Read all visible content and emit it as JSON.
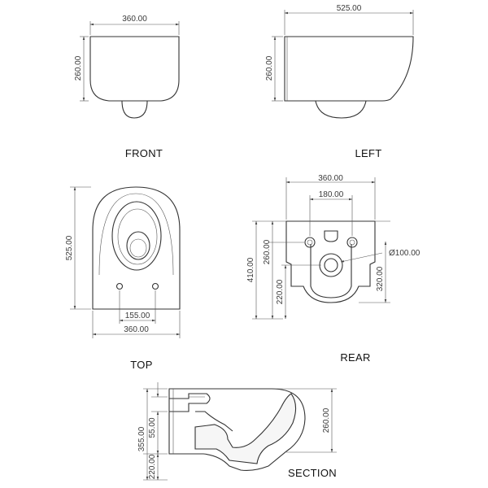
{
  "views": {
    "front": "FRONT",
    "left": "LEFT",
    "top": "TOP",
    "rear": "REAR",
    "section": "SECTION"
  },
  "dimensions": {
    "front_width": "360.00",
    "front_height": "260.00",
    "left_length": "525.00",
    "left_height": "260.00",
    "top_length": "525.00",
    "top_hole_spacing": "155.00",
    "top_width": "360.00",
    "rear_width": "360.00",
    "rear_bolt_spacing": "180.00",
    "rear_outlet_diameter": "Ø100.00",
    "rear_total_height": "410.00",
    "rear_bolt_height": "260.00",
    "rear_lower": "220.00",
    "rear_outlet_height": "320.00",
    "section_total": "355.00",
    "section_inlet": "55.00",
    "section_lower": "220.00",
    "section_height": "260.00"
  }
}
